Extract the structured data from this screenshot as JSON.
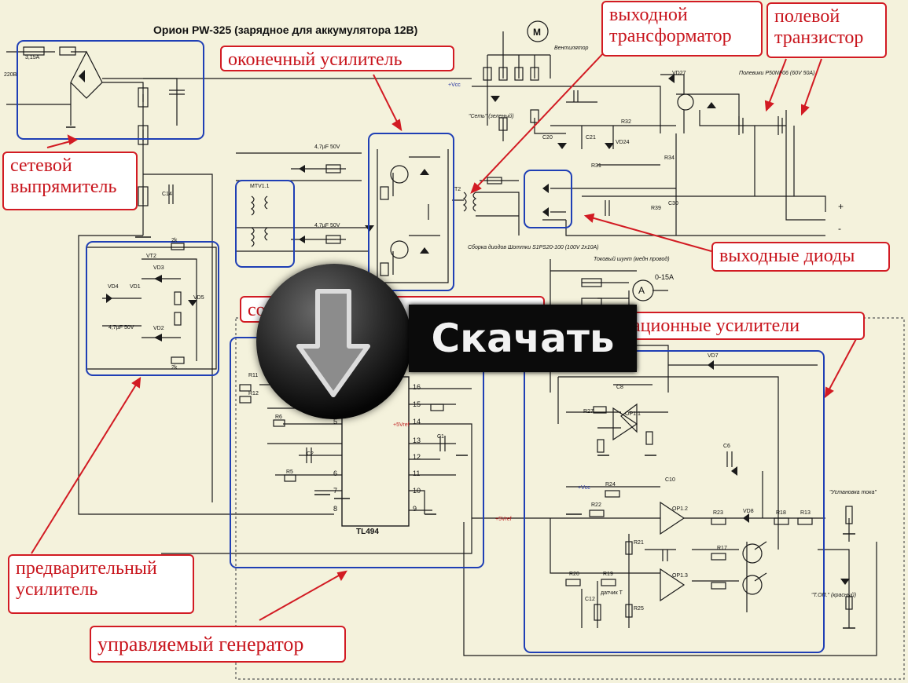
{
  "title": "Орион PW-325 (зарядное для аккумулятора 12В)",
  "callouts": {
    "output_transformer": "выходной\nтрансформатор",
    "field_transistor": "полевой\nтранзистор",
    "final_amplifier": "оконечный усилитель",
    "mains_rectifier": "сетевой\nвыпрямитель",
    "output_diodes": "выходные диоды",
    "operational_amplifiers": "рационные усилители",
    "matching_stage": "со",
    "preamplifier": "предварительный\nусилитель",
    "controlled_generator": "управляемый генератор"
  },
  "download_label": "Скачать",
  "chip": {
    "name": "TL494",
    "pins_left": [
      "5",
      "6",
      "7",
      "8"
    ],
    "pins_right": [
      "16",
      "15",
      "14",
      "13",
      "12",
      "11",
      "10",
      "9"
    ]
  },
  "labels": {
    "fan_motor": "M",
    "fan": "Вентилятор",
    "ammeter": "A",
    "ammeter_range": "0-15A",
    "mains": "220В",
    "fuse": "3,15A",
    "power_transistors": "Полевики P50NF06 (60V 50A)",
    "diode_assembly": "Сборка диодов Шоттки S1PS20-100 (100V 2x10A)",
    "shunt": "Токовый шунт (медн провод)",
    "t2": "T2",
    "t1": "MTV1.1",
    "current_set": "\"Установка тока\"",
    "mains_led": "\"Сеть\" (зеленый)",
    "full_led": "\"Т.ОП.\" (красный)",
    "plus": "+",
    "minus": "-",
    "op1_1": "OP1.1",
    "op1_2": "OP1.2",
    "op1_3": "OP1.3",
    "c14": "C14",
    "vt2": "VT2",
    "vd3": "VD3",
    "vd4": "VD4",
    "vd1": "VD1",
    "vd2": "VD2",
    "vd5": "VD5",
    "vd27": "VD27",
    "vd24": "VD24",
    "vd7": "VD7",
    "vd8": "VD8",
    "r4": "2k",
    "r3": "2k",
    "r24": "R24",
    "r22": "R22",
    "r23": "R23",
    "r18": "R18",
    "r13": "R13",
    "r20": "R20",
    "r19": "R19",
    "r17": "R17",
    "r25": "R25",
    "r21": "R21",
    "r27": "R27",
    "r32": "R32",
    "r31": "R31",
    "r34": "R34",
    "r39": "R39",
    "c30": "C30",
    "c20": "C20",
    "c21": "C21",
    "c6": "C6",
    "c8": "C8",
    "c10": "C10",
    "c12": "C12",
    "c1": "C1",
    "c2": "C2",
    "r5": "R5",
    "r6": "R6",
    "r11": "R11",
    "r12": "R12",
    "vcc": "+Vcc",
    "five_vref": "+5Vref",
    "sensor": "датчик Т",
    "c_cap": "4,7µF 50V"
  }
}
